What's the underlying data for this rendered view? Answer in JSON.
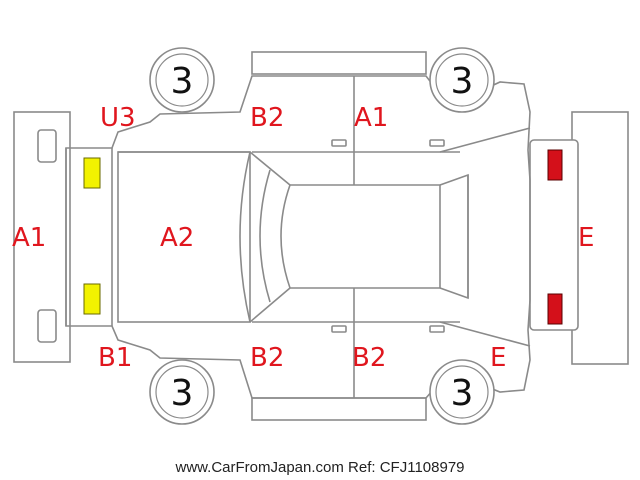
{
  "labels": {
    "u3_top_left": "U3",
    "b2_top_left": "B2",
    "a1_top_right": "A1",
    "a1_front": "A1",
    "a2_hood": "A2",
    "e_rear": "E",
    "b1_bottom_left": "B1",
    "b2_bottom_left": "B2",
    "b2_bottom_right": "B2",
    "e_bottom_right": "E"
  },
  "tires": {
    "front_left": "3",
    "rear_left": "3",
    "front_right": "3",
    "rear_right": "3"
  },
  "footer": "www.CarFromJapan.com Ref: CFJ1108979",
  "colors": {
    "label": "#e0161e",
    "outline": "#8a8a8a",
    "headlight": "#f2f200",
    "taillight": "#d4101a"
  }
}
